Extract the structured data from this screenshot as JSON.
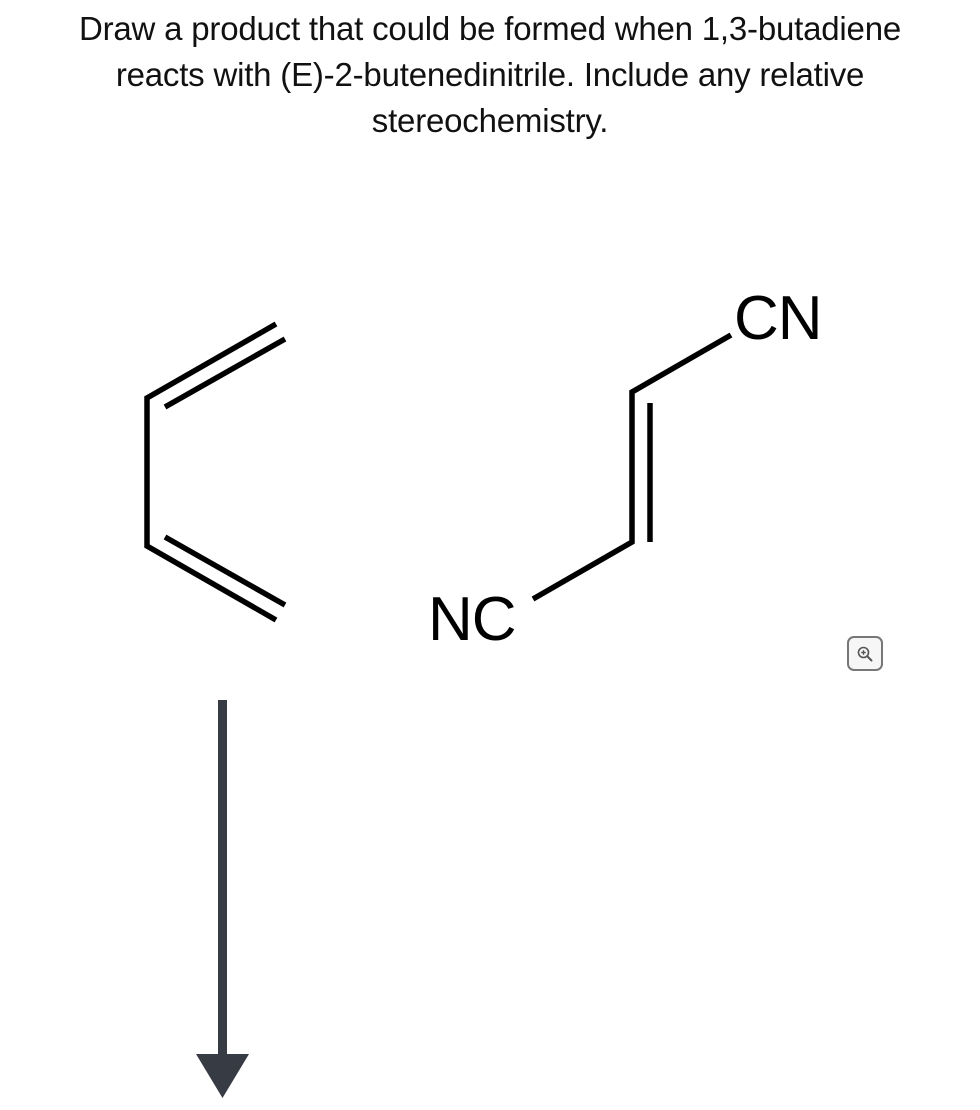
{
  "question": {
    "lines": [
      "Draw a product that could be formed when 1,3-butadiene",
      "reacts with (E)-2-butenedinitrile. Include any relative",
      "stereochemistry."
    ]
  },
  "reactants": {
    "diene": {
      "name": "1,3-butadiene",
      "stroke_color": "#000000"
    },
    "dienophile": {
      "name": "(E)-2-butenedinitrile",
      "substituent_top": "CN",
      "substituent_bottom": "NC",
      "stroke_color": "#000000"
    }
  },
  "reaction_arrow": {
    "direction": "down",
    "color": "#373b44"
  },
  "zoom_button": {
    "icon": "zoom-in-icon",
    "border_color": "#777777"
  }
}
